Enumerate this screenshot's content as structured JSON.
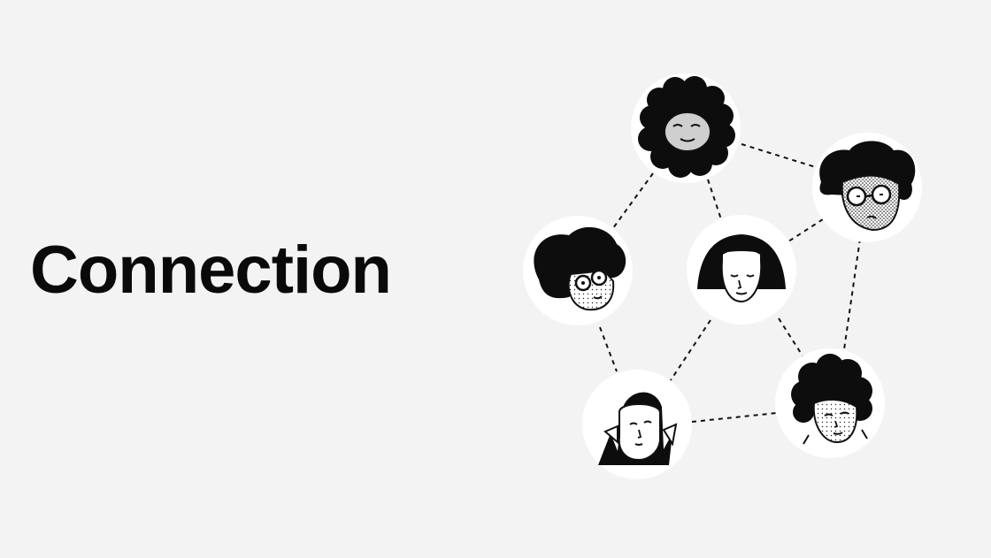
{
  "headline": "Connection",
  "colors": {
    "background": "#f3f3f3",
    "ink": "#0a0a0a",
    "node_fill": "#ffffff",
    "skin_shade": "#cfcfcf"
  },
  "nodes": [
    {
      "id": "curly-hair-person"
    },
    {
      "id": "glasses-messy-hair-person"
    },
    {
      "id": "big-hair-glasses-person"
    },
    {
      "id": "bob-haircut-person"
    },
    {
      "id": "hooded-person"
    },
    {
      "id": "fluffy-hair-person"
    }
  ]
}
